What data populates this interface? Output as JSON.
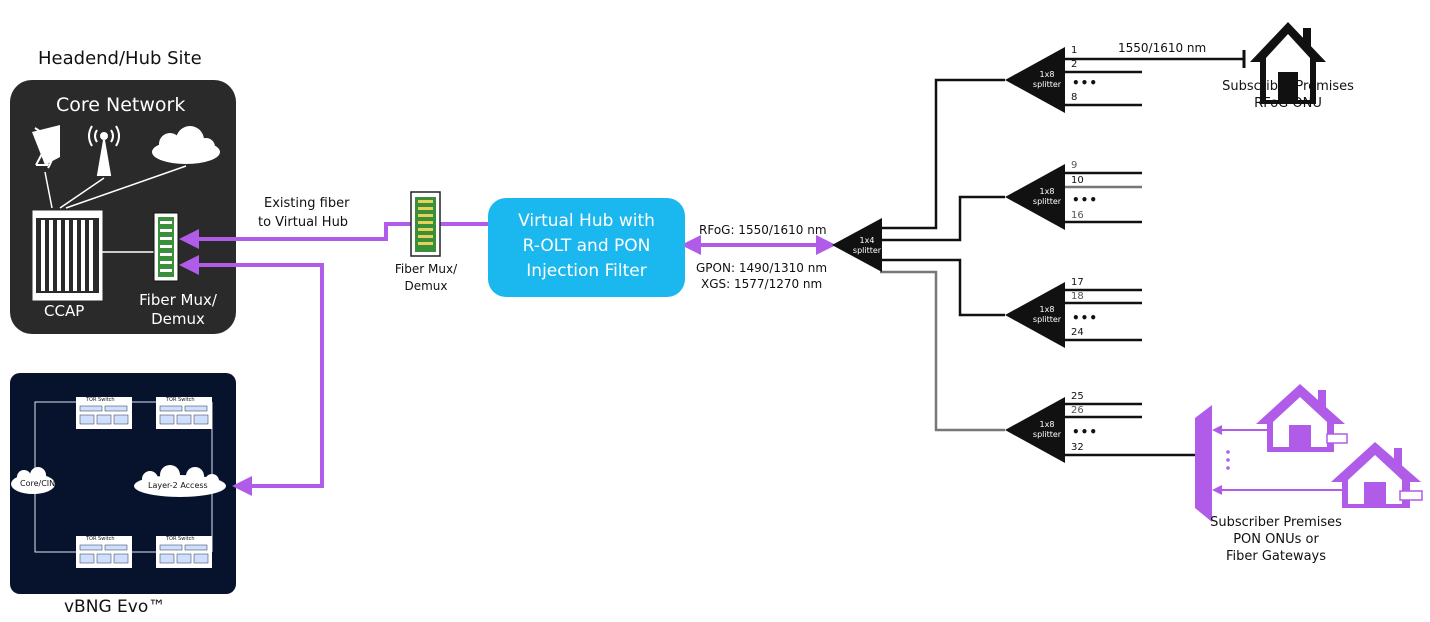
{
  "headend": {
    "site_label": "Headend/Hub Site",
    "core_network": "Core Network",
    "ccap": "CCAP",
    "mux_line1": "Fiber Mux/",
    "mux_line2": "Demux"
  },
  "vbng": {
    "label": "vBNG Evo™",
    "core_cin": "Core/CIN",
    "layer2": "Layer-2 Access",
    "tor_switch": "TOR Switch"
  },
  "existing_fiber": {
    "line1": "Existing fiber",
    "line2": "to Virtual Hub"
  },
  "remote_mux": {
    "line1": "Fiber Mux/",
    "line2": "Demux"
  },
  "virtual_hub": {
    "line1": "Virtual Hub with",
    "line2": "R-OLT and PON",
    "line3": "Injection Filter"
  },
  "wavelengths": {
    "rfog": "RFoG: 1550/1610 nm",
    "gpon": "GPON: 1490/1310 nm",
    "xgs": "XGS: 1577/1270 nm"
  },
  "splitter_1x4": {
    "line1": "1x4",
    "line2": "splitter"
  },
  "splitter_1x8": {
    "line1": "1x8",
    "line2": "splitter"
  },
  "dots": "•••",
  "ports": {
    "g1": [
      "1",
      "2",
      "8"
    ],
    "g2": [
      "9",
      "10",
      "16"
    ],
    "g3": [
      "17",
      "18",
      "24"
    ],
    "g4": [
      "25",
      "26",
      "32"
    ]
  },
  "rfog_wavelength": "1550/1610 nm",
  "rfog_premises": {
    "line1": "Subscriber Premises",
    "line2": "RFoG ONU"
  },
  "pon_premises": {
    "line1": "Subscriber Premises",
    "line2": "PON ONUs or",
    "line3": "Fiber Gateways"
  },
  "colors": {
    "purple": "#b05ce8",
    "hub_blue": "#1ab8ee",
    "dark_box": "#2a2a2a",
    "navy_box": "#07122d",
    "line_gray": "#777777"
  }
}
